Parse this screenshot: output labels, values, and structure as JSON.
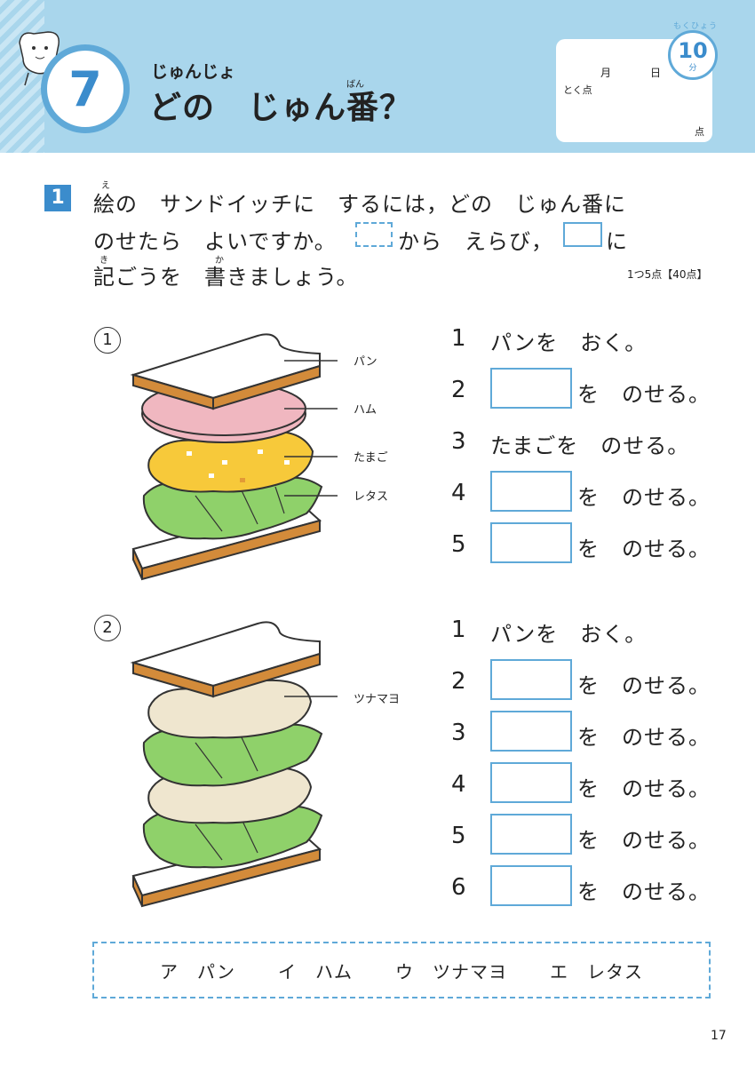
{
  "header": {
    "lesson_number": "7",
    "title_ruby": "じゅんじょ",
    "title": "どの　じゅん番？",
    "title_kanji_ruby": "ばん",
    "score": {
      "month": "月",
      "day": "日",
      "score_label": "とく点",
      "points_unit": "点"
    },
    "timer": {
      "minutes": "10",
      "unit": "分",
      "label": "もくひょう"
    }
  },
  "question": {
    "number": "1",
    "line1": "絵の　サンドイッチに　するには，どの　じゅん番に",
    "line2_before": "のせたら　よいですか。",
    "line2_middle": "から　えらび，",
    "line2_after": "に",
    "line3": "記ごうを　書きましょう。",
    "ruby_e": "え",
    "ruby_ki": "き",
    "ruby_ka": "か",
    "points": "1つ5点【40点】"
  },
  "problem1": {
    "marker": "1",
    "labels": [
      "パン",
      "ハム",
      "たまご",
      "レタス"
    ],
    "steps": [
      {
        "num": "1",
        "text": "パンを　おく。",
        "box": false
      },
      {
        "num": "2",
        "text": "を　のせる。",
        "box": true
      },
      {
        "num": "3",
        "text": "たまごを　のせる。",
        "box": false
      },
      {
        "num": "4",
        "text": "を　のせる。",
        "box": true
      },
      {
        "num": "5",
        "text": "を　のせる。",
        "box": true
      }
    ]
  },
  "problem2": {
    "marker": "2",
    "labels": [
      "ツナマヨ"
    ],
    "steps": [
      {
        "num": "1",
        "text": "パンを　おく。",
        "box": false
      },
      {
        "num": "2",
        "text": "を　のせる。",
        "box": true
      },
      {
        "num": "3",
        "text": "を　のせる。",
        "box": true
      },
      {
        "num": "4",
        "text": "を　のせる。",
        "box": true
      },
      {
        "num": "5",
        "text": "を　のせる。",
        "box": true
      },
      {
        "num": "6",
        "text": "を　のせる。",
        "box": true
      }
    ]
  },
  "choices": [
    "ア　パン",
    "イ　ハム",
    "ウ　ツナマヨ",
    "エ　レタス"
  ],
  "page_number": "17",
  "colors": {
    "header_bg": "#a9d6ec",
    "accent": "#3b8ccc",
    "box_border": "#5fa9d8",
    "bread": "#d38b3a",
    "ham": "#f0b7c0",
    "egg": "#f7c93a",
    "lettuce": "#8fd16a",
    "tuna": "#efe6cf"
  }
}
